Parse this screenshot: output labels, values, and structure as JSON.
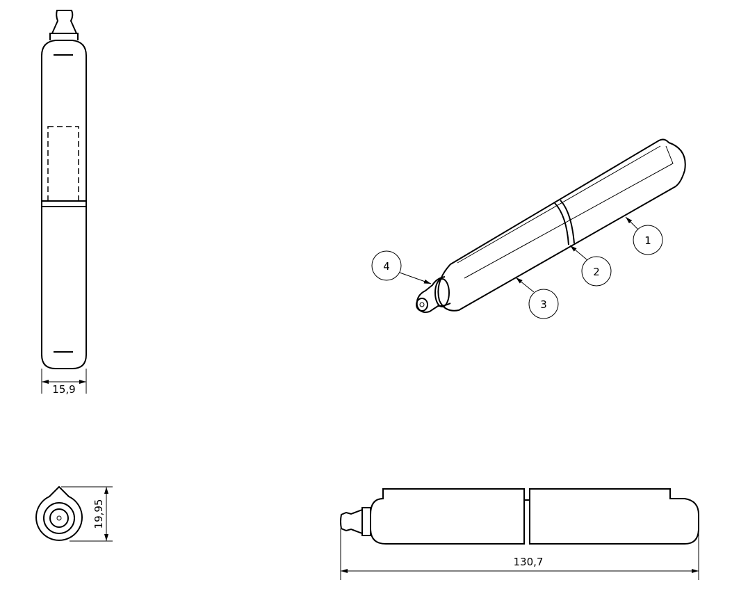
{
  "dimensions": {
    "top_view_width": "15,9",
    "end_view_height": "19,95",
    "side_view_length": "130,7"
  },
  "balloons": [
    "1",
    "2",
    "3",
    "4"
  ],
  "colors": {
    "line": "#000000",
    "background": "#ffffff"
  }
}
